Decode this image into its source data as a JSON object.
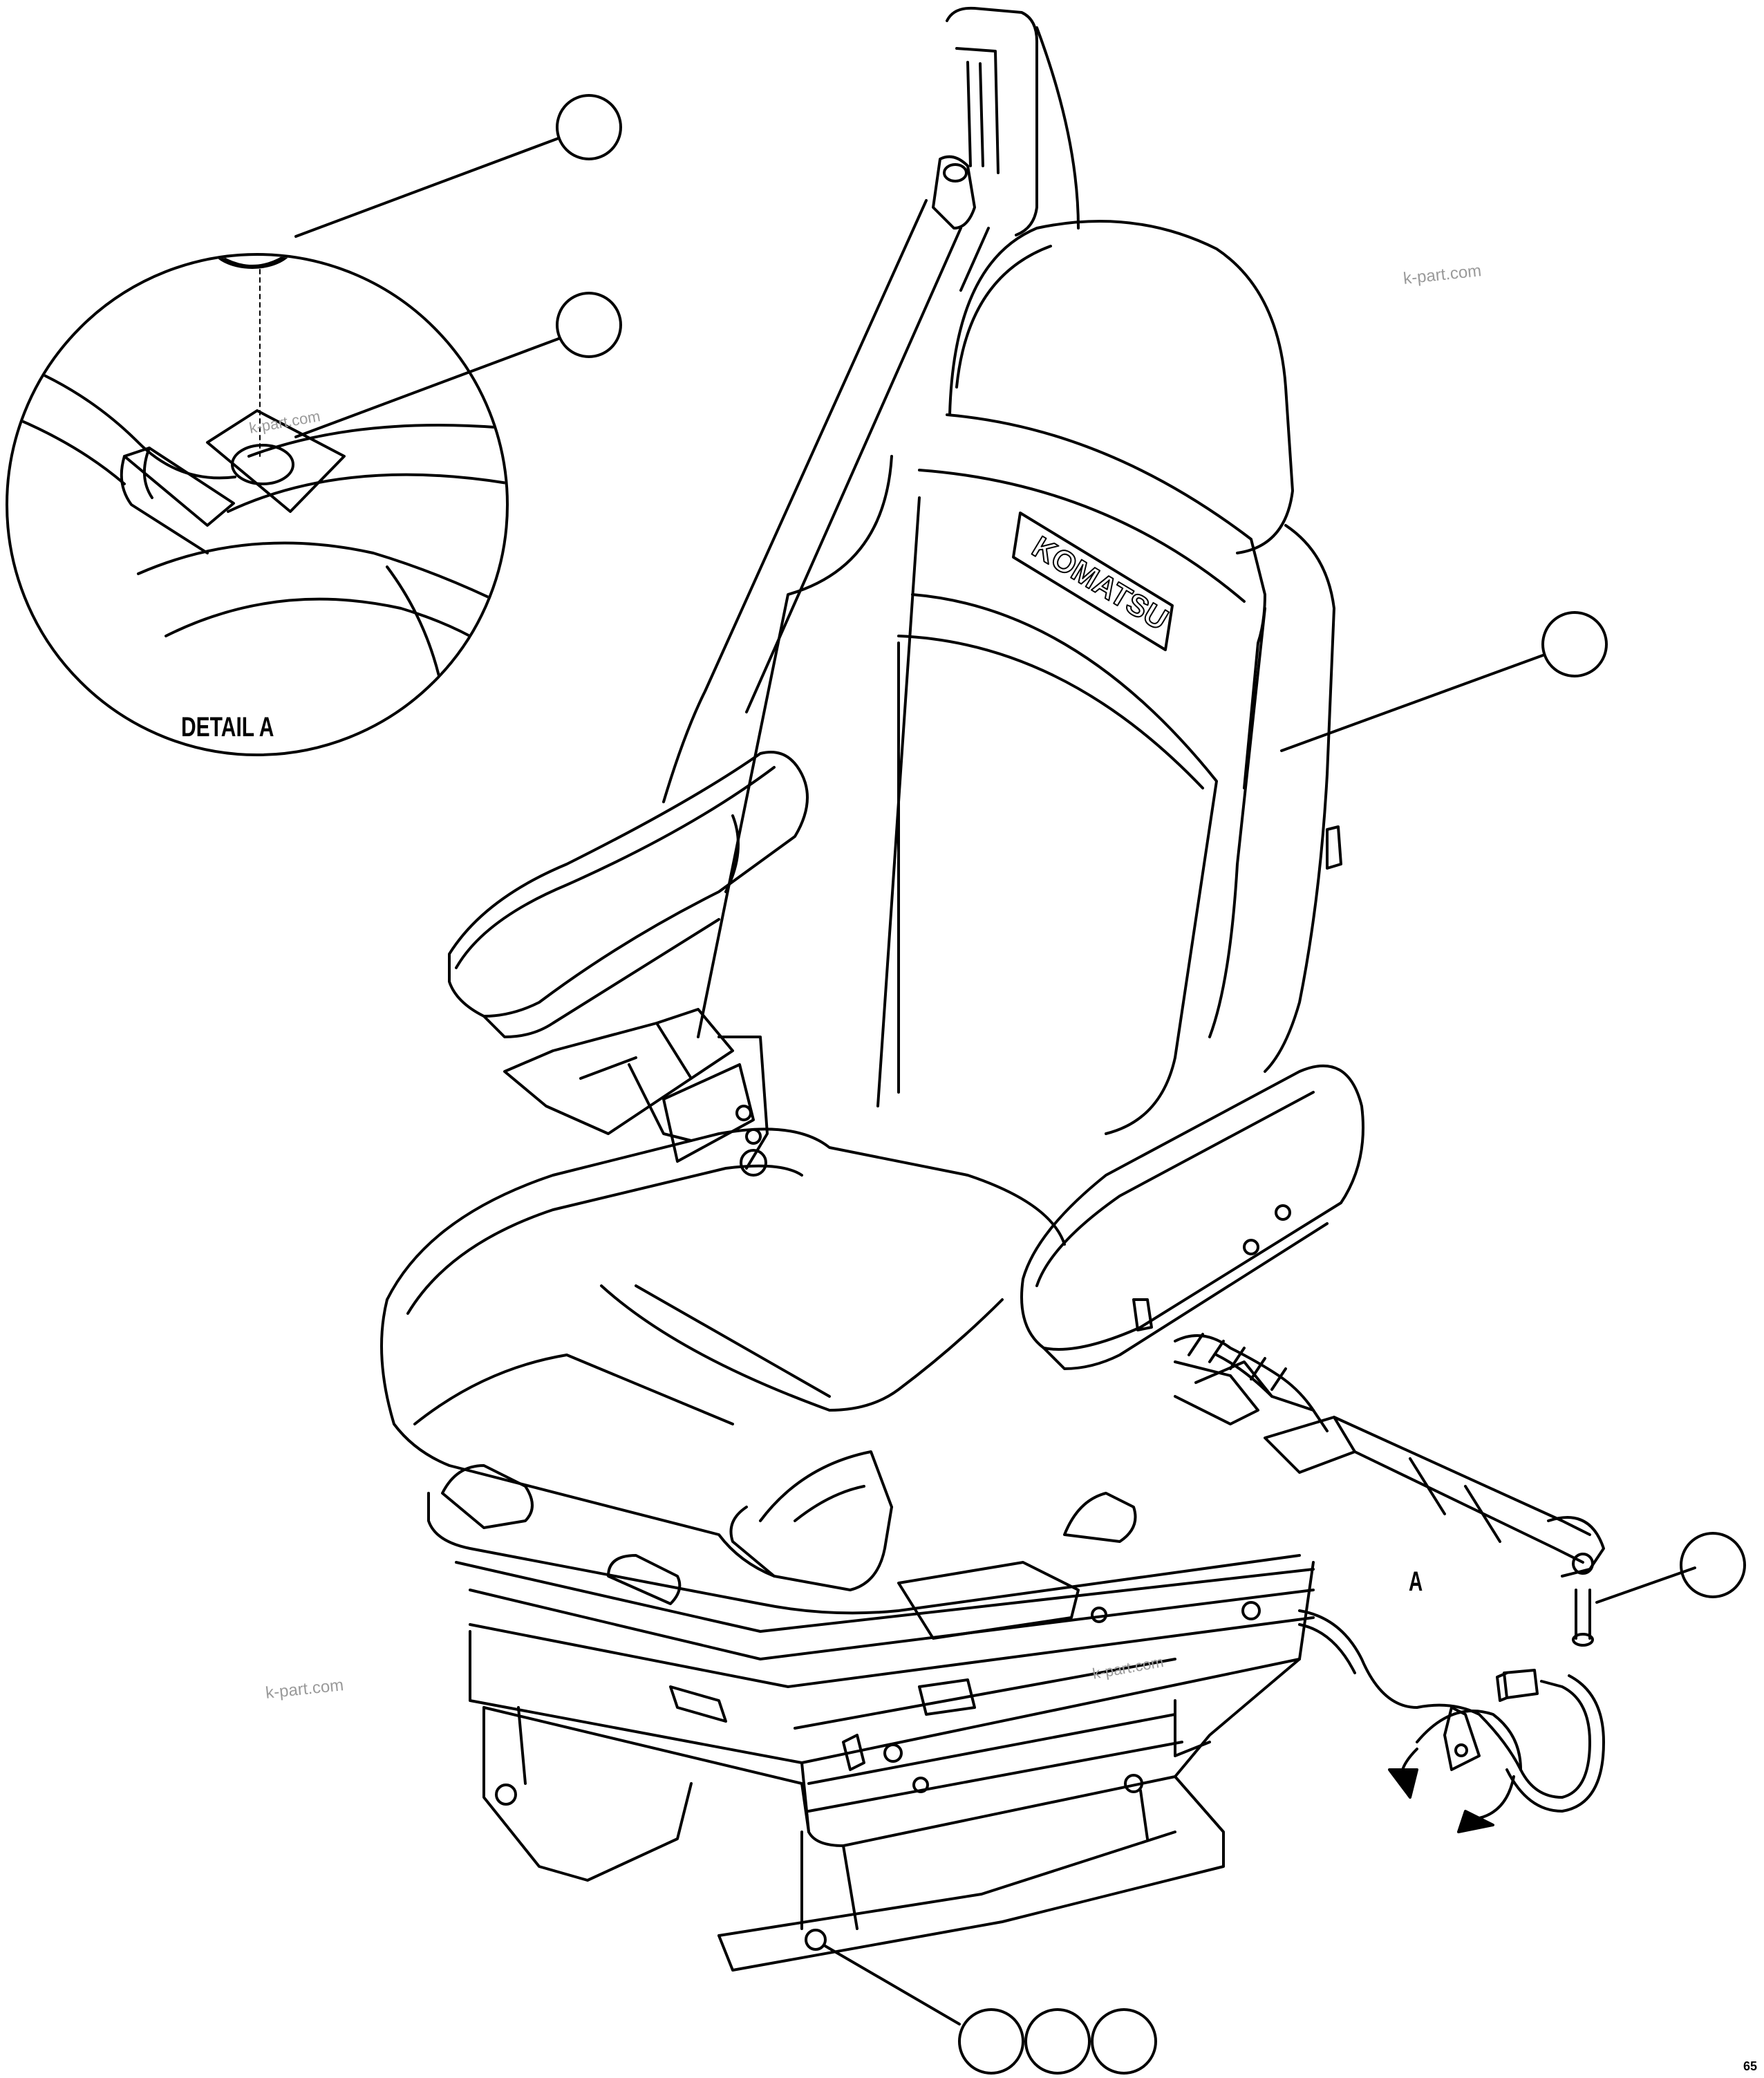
{
  "detail": {
    "label": "DETAIL A"
  },
  "view": {
    "label": "A"
  },
  "seat": {
    "brand": "KOMATSU"
  },
  "watermarks": [
    "k-part.com",
    "k-part.com",
    "k-part.com",
    "k-part.com"
  ],
  "page_mark": "65"
}
